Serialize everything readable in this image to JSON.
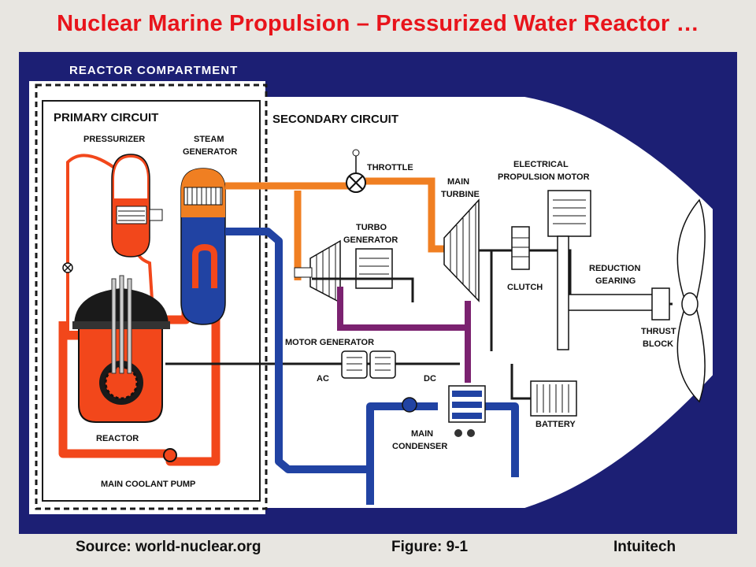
{
  "title": "Nuclear Marine Propulsion – Pressurized Water Reactor …",
  "footer": {
    "source": "Source: world-nuclear.org",
    "figure": "Figure: 9-1",
    "company": "Intuitech"
  },
  "labels": {
    "reactor_compartment": "REACTOR COMPARTMENT",
    "primary_circuit": "PRIMARY CIRCUIT",
    "secondary_circuit": "SECONDARY CIRCUIT",
    "pressurizer": "PRESSURIZER",
    "steam": "STEAM",
    "generator": "GENERATOR",
    "reactor": "REACTOR",
    "main_coolant_pump": "MAIN COOLANT PUMP",
    "throttle": "THROTTLE",
    "main": "MAIN",
    "turbine": "TURBINE",
    "turbo": "TURBO",
    "electrical": "ELECTRICAL",
    "propulsion_motor": "PROPULSION MOTOR",
    "clutch": "CLUTCH",
    "reduction": "REDUCTION",
    "gearing": "GEARING",
    "thrust": "THRUST",
    "block": "BLOCK",
    "motor_generator": "MOTOR GENERATOR",
    "ac": "AC",
    "dc": "DC",
    "condenser": "CONDENSER",
    "battery": "BATTERY"
  },
  "colors": {
    "background": "#1c1f74",
    "hull": "#ffffff",
    "primary_loop": "#f2471b",
    "steam_line": "#f07f22",
    "return_line": "#2143a3",
    "exhaust_line": "#7b2270",
    "title": "#e8141b"
  }
}
